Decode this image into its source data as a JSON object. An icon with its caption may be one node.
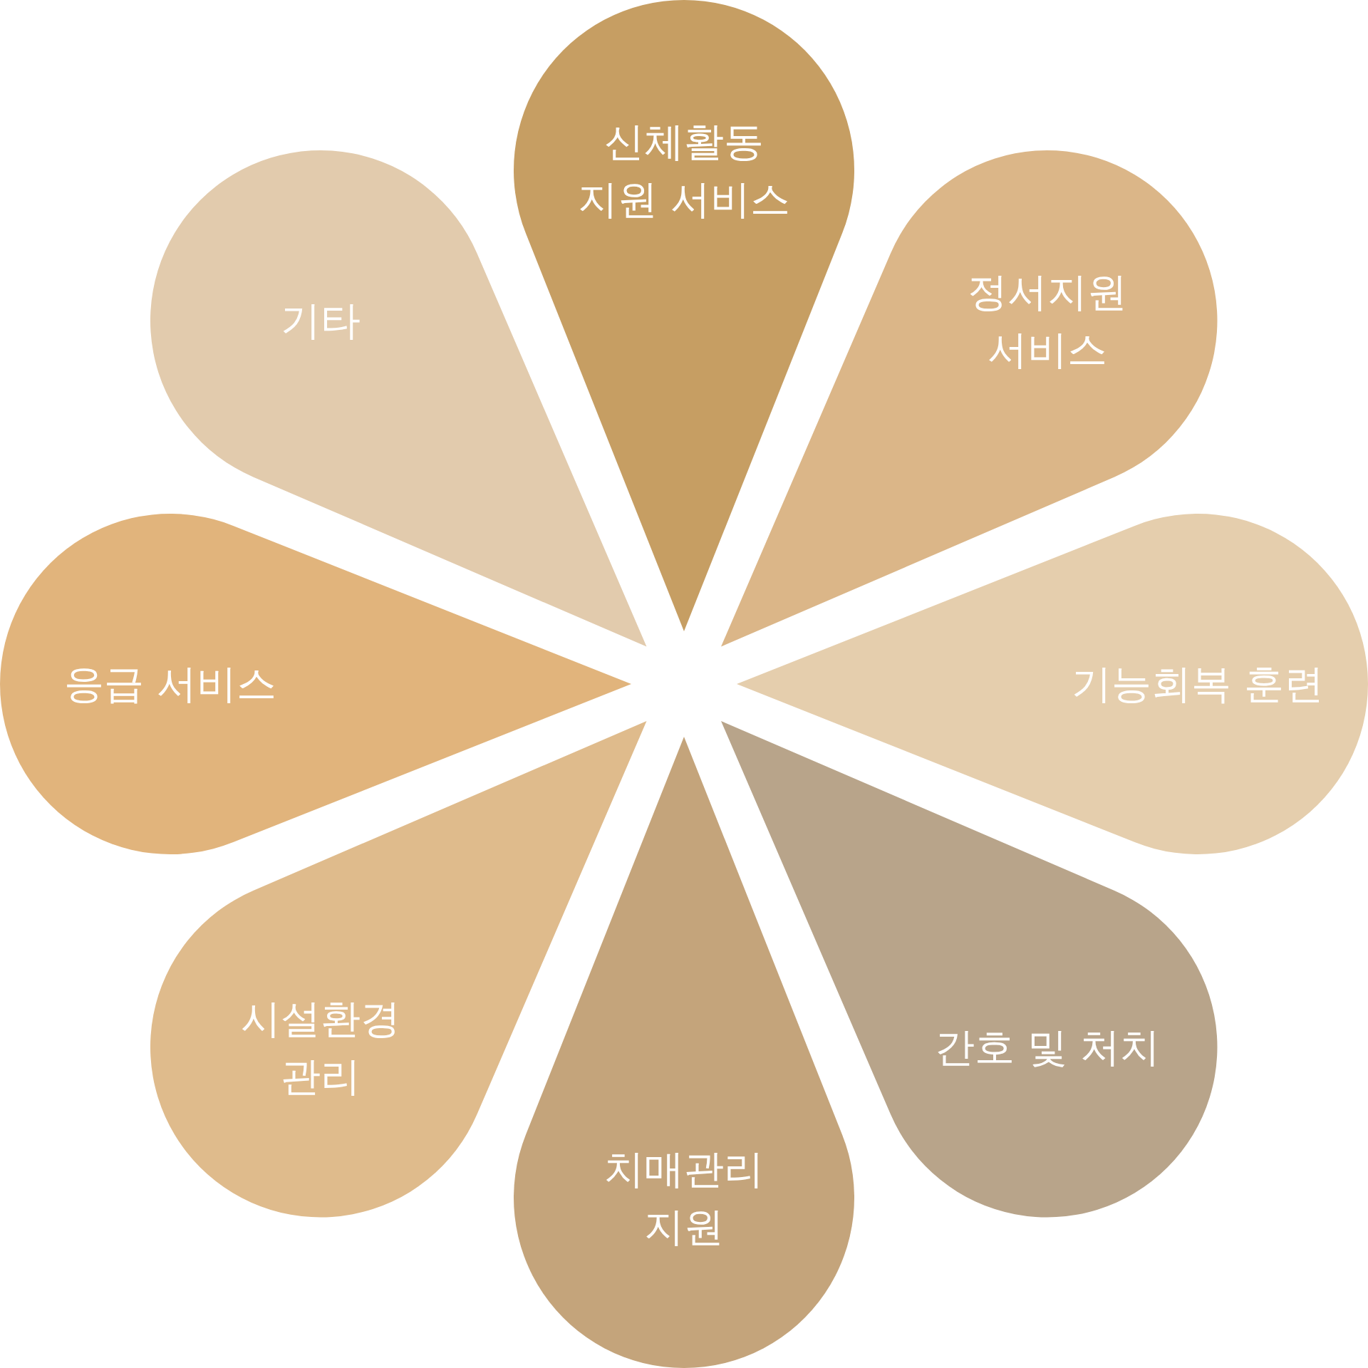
{
  "diagram": {
    "nodes": [
      {
        "text": [
          "신체활동 지원 서비스"
        ]
      },
      {
        "text": [
          "정서지원 서비스"
        ]
      },
      {
        "text": [
          "기능회복 훈련"
        ]
      },
      {
        "text": [
          "간호 및 처치"
        ]
      },
      {
        "text": [
          "치매관리 지원"
        ]
      },
      {
        "text": [
          "시설환경 관리"
        ]
      },
      {
        "text": [
          "응급 서비스"
        ]
      },
      {
        "text": [
          "기타"
        ]
      }
    ]
  }
}
